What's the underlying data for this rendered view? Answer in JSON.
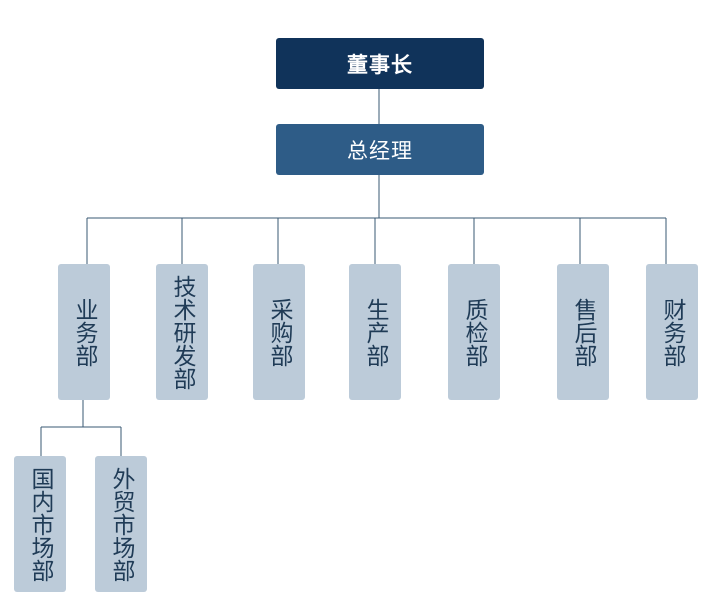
{
  "colors": {
    "chairman_fill": "#10335a",
    "manager_fill": "#2e5c87",
    "department_fill": "#bccbd9",
    "department_text": "#1f3b56",
    "connector": "#3a5873"
  },
  "chairman": "董事长",
  "general_manager": "总经理",
  "departments": [
    {
      "name": "业务部",
      "subunits": [
        "国内市场部",
        "外贸市场部"
      ]
    },
    {
      "name": "技术研发部"
    },
    {
      "name": "采购部"
    },
    {
      "name": "生产部"
    },
    {
      "name": "质检部"
    },
    {
      "name": "售后部"
    },
    {
      "name": "财务部"
    }
  ]
}
